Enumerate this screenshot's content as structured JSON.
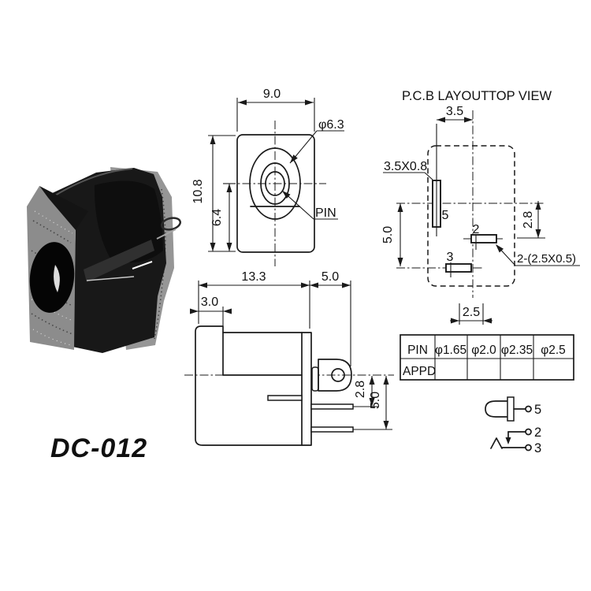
{
  "model": "DC-012",
  "front_view": {
    "dim_width": "9.0",
    "dim_height": "10.8",
    "dim_inner": "6.4",
    "dia_label": "φ6.3",
    "pin_label": "PIN"
  },
  "pcb_layout": {
    "title_main": "P.C.B LAYOUT",
    "title_sub": "TOP VIEW",
    "dim_top": "3.5",
    "slot_label": "3.5X0.8",
    "dim_left": "5.0",
    "dim_right": "2.8",
    "dim_bottom": "2.5",
    "slot2_label": "2-(2.5X0.5)",
    "pin5": "5",
    "pin2": "2",
    "pin3": "3"
  },
  "side_view": {
    "dim_body": "13.3",
    "dim_pin": "5.0",
    "dim_flange": "3.0",
    "dim_pin_offset1": "2.8",
    "dim_pin_offset2": "5.0"
  },
  "spec_table": {
    "row1": [
      "PIN",
      "φ1.65",
      "φ2.0",
      "φ2.35",
      "φ2.5"
    ],
    "row2": [
      "APPD",
      "",
      "",
      "",
      ""
    ]
  },
  "schematic": {
    "pin5": "5",
    "pin2": "2",
    "pin3": "3"
  },
  "colors": {
    "line": "#1a1a1a",
    "background": "#ffffff"
  }
}
